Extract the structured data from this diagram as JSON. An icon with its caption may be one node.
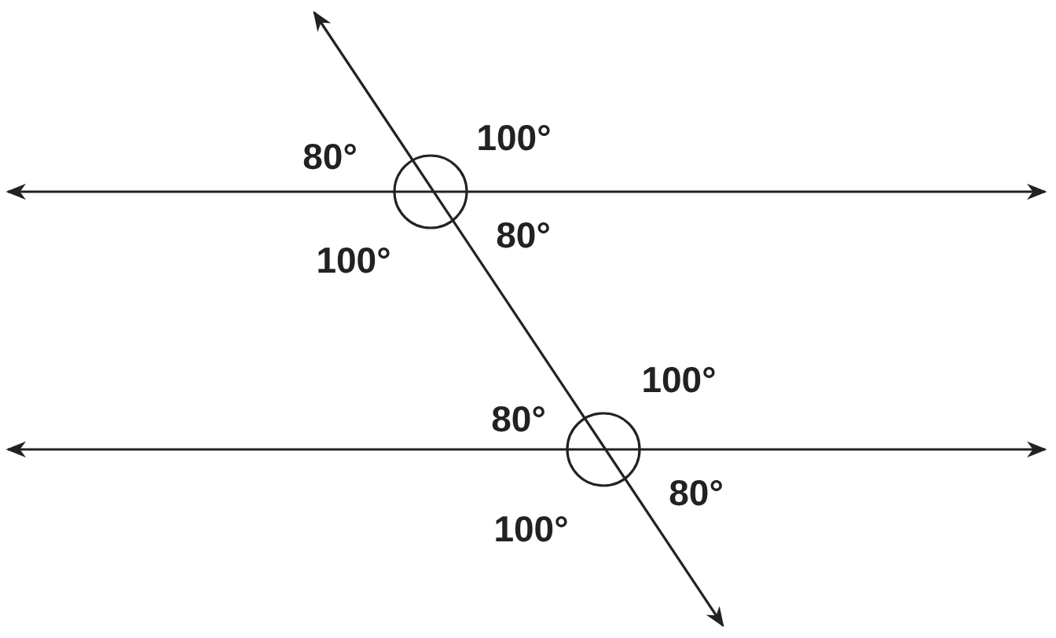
{
  "diagram": {
    "labels": [
      "100°",
      "80°",
      "80°",
      "100°",
      "100°",
      "80°",
      "80°",
      "100°"
    ]
  }
}
